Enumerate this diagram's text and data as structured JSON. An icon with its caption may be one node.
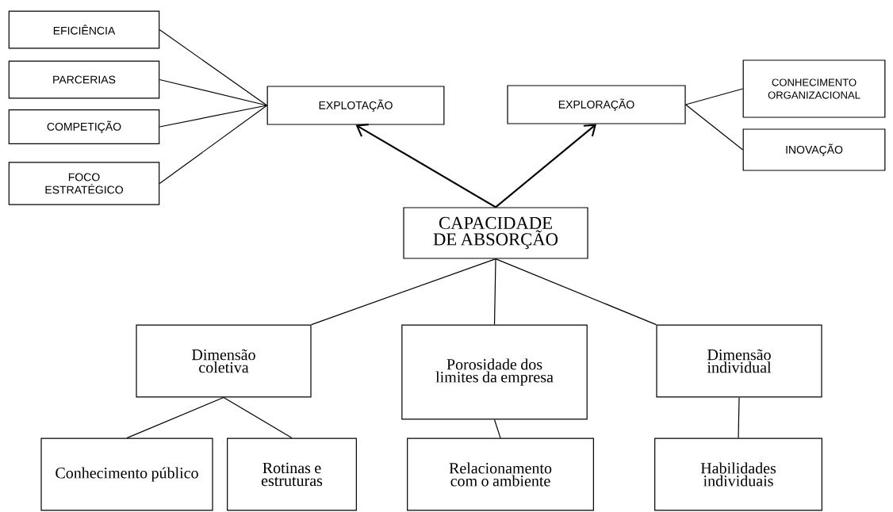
{
  "diagram": {
    "nodes": [
      {
        "text": [
          "EFICIÊNCIA"
        ]
      },
      {
        "text": [
          "PARCERIAS"
        ]
      },
      {
        "text": [
          "COMPETIÇÃO"
        ]
      },
      {
        "text": [
          "FOCO ESTRATÉGICO"
        ]
      },
      {
        "text": [
          "EXPLOTAÇÃO"
        ]
      },
      {
        "text": [
          "EXPLORAÇÃO"
        ]
      },
      {
        "text": [
          "CONHECIMENTO ORGANIZACIONAL"
        ]
      },
      {
        "text": [
          "INOVAÇÃO"
        ]
      },
      {
        "text": [
          "CAPACIDADE DE ABSORÇÃO"
        ]
      },
      {
        "text": [
          "Dimensão coletiva"
        ]
      },
      {
        "text": [
          "Porosidade dos limites da empresa"
        ]
      },
      {
        "text": [
          "Dimensão individual"
        ]
      },
      {
        "text": [
          "Conhecimento público"
        ]
      },
      {
        "text": [
          "Rotinas e estruturas"
        ]
      },
      {
        "text": [
          "Relacionamento com o ambiente"
        ]
      },
      {
        "text": [
          "Habilidades individuais"
        ]
      }
    ],
    "edges": [
      {
        "from": 0,
        "to": 4,
        "arrow": "none"
      },
      {
        "from": 1,
        "to": 4,
        "arrow": "none"
      },
      {
        "from": 2,
        "to": 4,
        "arrow": "none"
      },
      {
        "from": 3,
        "to": 4,
        "arrow": "none"
      },
      {
        "from": 8,
        "to": 4,
        "arrow": "to"
      },
      {
        "from": 8,
        "to": 5,
        "arrow": "to"
      },
      {
        "from": 5,
        "to": 6,
        "arrow": "none"
      },
      {
        "from": 5,
        "to": 7,
        "arrow": "none"
      },
      {
        "from": 8,
        "to": 9,
        "arrow": "none"
      },
      {
        "from": 8,
        "to": 10,
        "arrow": "none"
      },
      {
        "from": 8,
        "to": 11,
        "arrow": "none"
      },
      {
        "from": 9,
        "to": 12,
        "arrow": "none"
      },
      {
        "from": 9,
        "to": 13,
        "arrow": "none"
      },
      {
        "from": 10,
        "to": 14,
        "arrow": "none"
      },
      {
        "from": 11,
        "to": 15,
        "arrow": "none"
      }
    ]
  }
}
